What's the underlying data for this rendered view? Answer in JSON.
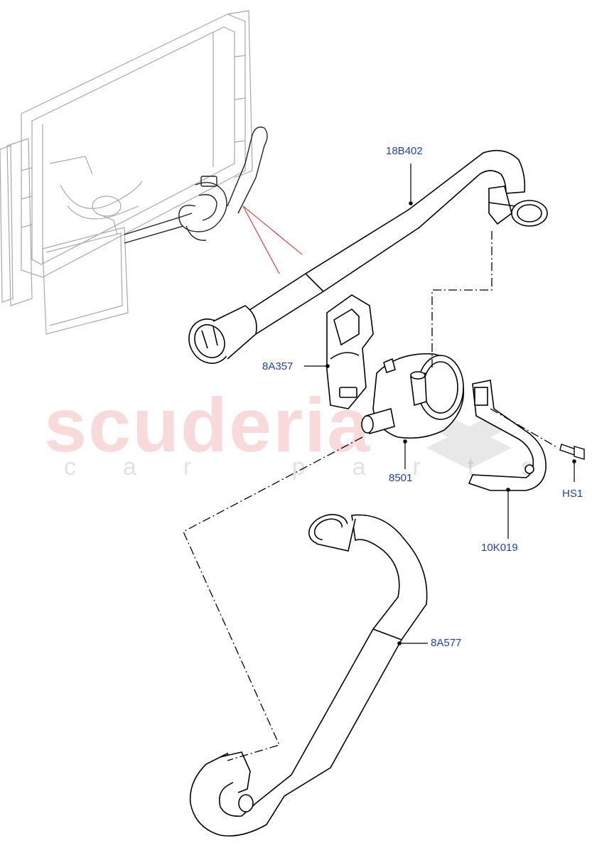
{
  "watermark": {
    "brand": "scuderia",
    "sub": "car parts"
  },
  "labels": {
    "hose_upper": "18B402",
    "bracket": "8A357",
    "pump": "8501",
    "screw": "HS1",
    "strap": "10K019",
    "hose_lower": "8A577"
  },
  "colors": {
    "callout_text": "#1f3fbf",
    "line": "#000000",
    "ghost": "#9a9a9a",
    "pointer": "#e02020"
  }
}
